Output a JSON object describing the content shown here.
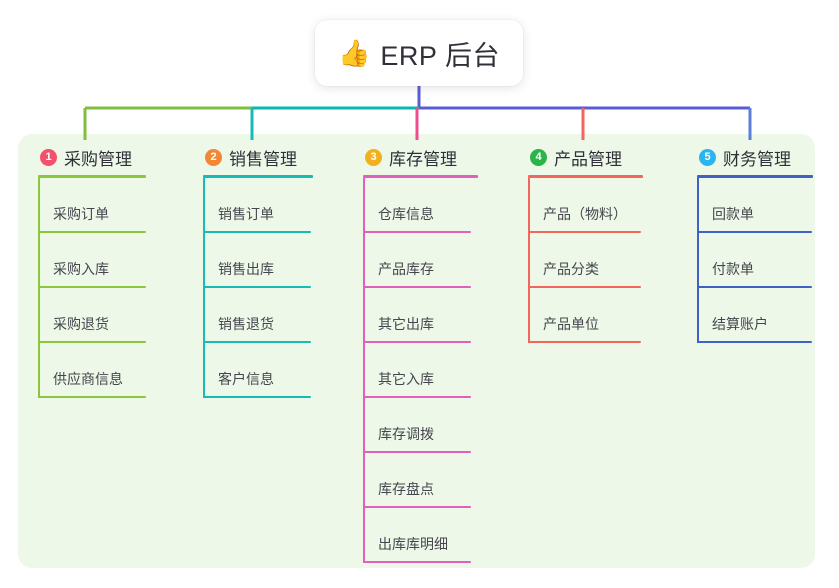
{
  "diagram": {
    "type": "mind-map",
    "root": {
      "icon": "thumbs-up-icon",
      "emoji": "👍",
      "title": "ERP 后台"
    },
    "panel_background": "#eef8e9",
    "page_background": "#ffffff",
    "branches": [
      {
        "number": "1",
        "label": "采购管理",
        "badge_color": "#f2516b",
        "rule_color": "#8cc63f",
        "connector_color": "#7fbf3f",
        "bus_color": "#7fbf3f",
        "leaves": [
          "采购订单",
          "采购入库",
          "采购退货",
          "供应商信息"
        ]
      },
      {
        "number": "2",
        "label": "销售管理",
        "badge_color": "#f58634",
        "rule_color": "#17bcb4",
        "connector_color": "#17bcb4",
        "bus_color": "#0cb8ad",
        "leaves": [
          "销售订单",
          "销售出库",
          "销售退货",
          "客户信息"
        ]
      },
      {
        "number": "3",
        "label": "库存管理",
        "badge_color": "#f2b01e",
        "rule_color": "#e060bb",
        "connector_color": "#ec4e8e",
        "bus_color": "#5b5bd6",
        "leaves": [
          "仓库信息",
          "产品库存",
          "其它出库",
          "其它入库",
          "库存调拨",
          "库存盘点",
          "出库库明细"
        ]
      },
      {
        "number": "4",
        "label": "产品管理",
        "badge_color": "#2cb34a",
        "rule_color": "#f4655c",
        "connector_color": "#f4655c",
        "bus_color": "#5b5bd6",
        "leaves": [
          "产品（物料）",
          "产品分类",
          "产品单位"
        ]
      },
      {
        "number": "5",
        "label": "财务管理",
        "badge_color": "#29b6f0",
        "rule_color": "#3f62c4",
        "connector_color": "#5b7ed6",
        "bus_color": "#5b5bd6",
        "leaves": [
          "回款单",
          "付款单",
          "结算账户"
        ]
      }
    ]
  }
}
